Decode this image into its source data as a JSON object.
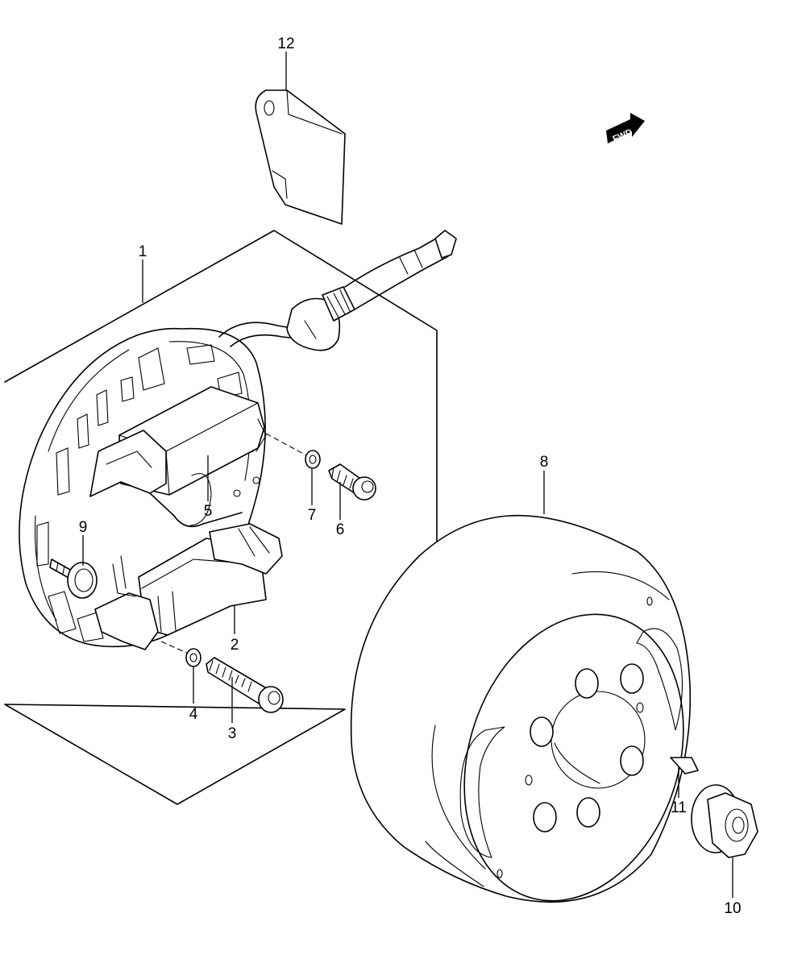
{
  "diagram": {
    "callouts": [
      {
        "id": "c1",
        "label": "1"
      },
      {
        "id": "c2",
        "label": "2"
      },
      {
        "id": "c3",
        "label": "3"
      },
      {
        "id": "c4",
        "label": "4"
      },
      {
        "id": "c5",
        "label": "5"
      },
      {
        "id": "c6",
        "label": "6"
      },
      {
        "id": "c7",
        "label": "7"
      },
      {
        "id": "c8",
        "label": "8"
      },
      {
        "id": "c9",
        "label": "9"
      },
      {
        "id": "c10",
        "label": "10"
      },
      {
        "id": "c11",
        "label": "11"
      },
      {
        "id": "c12",
        "label": "12"
      }
    ],
    "fwd_badge": {
      "text": "FWD",
      "icon": "forward-arrow-icon"
    }
  }
}
